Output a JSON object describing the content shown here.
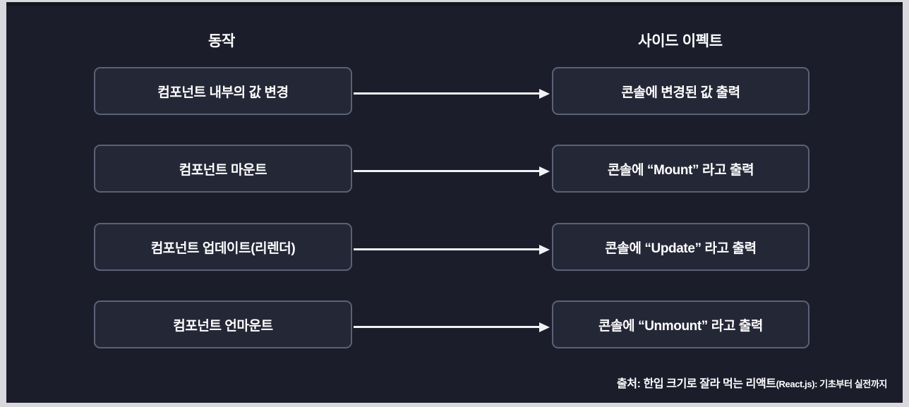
{
  "slide": {
    "background_color": "#1b1d2b",
    "frame_color": "#d9d9dd"
  },
  "headers": {
    "left": "동작",
    "right": "사이드 이펙트"
  },
  "rows": [
    {
      "action": "컴포넌트 내부의 값 변경",
      "side_effect": "콘솔에 변경된 값 출력",
      "arrow": "arrow-right-icon"
    },
    {
      "action": "컴포넌트 마운트",
      "side_effect": "콘솔에 “Mount” 라고 출력",
      "arrow": "arrow-right-icon"
    },
    {
      "action": "컴포넌트 업데이트(리렌더)",
      "side_effect": "콘솔에 “Update” 라고 출력",
      "arrow": "arrow-right-icon"
    },
    {
      "action": "컴포넌트 언마운트",
      "side_effect": "콘솔에 “Unmount” 라고 출력",
      "arrow": "arrow-right-icon"
    }
  ],
  "footer": {
    "prefix": "출처: 한입 크기로 잘라 먹는 리액트",
    "paren": "(React.js)",
    "suffix": " : 기초부터 실전까지"
  },
  "colors": {
    "node_fill": "#242736",
    "node_border": "#5c6175",
    "text": "#ffffff",
    "arrow": "#f2f2f5"
  }
}
